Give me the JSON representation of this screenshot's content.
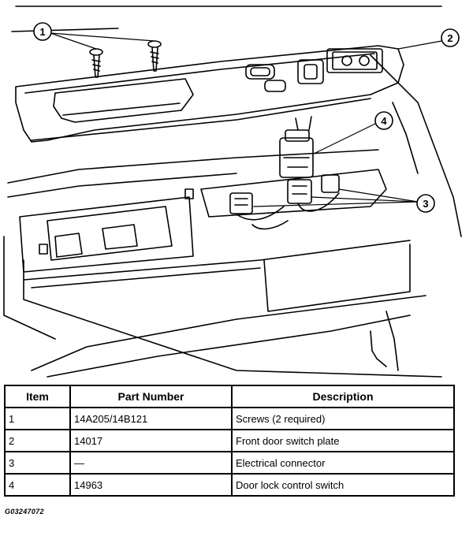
{
  "callouts": {
    "c1": "1",
    "c2": "2",
    "c3": "3",
    "c4": "4"
  },
  "table": {
    "headers": {
      "item": "Item",
      "part_number": "Part Number",
      "description": "Description"
    },
    "rows": [
      {
        "item": "1",
        "part_number": "14A205/14B121",
        "description": "Screws (2 required)"
      },
      {
        "item": "2",
        "part_number": "14017",
        "description": "Front door switch plate"
      },
      {
        "item": "3",
        "part_number": "—",
        "description": "Electrical connector"
      },
      {
        "item": "4",
        "part_number": "14963",
        "description": "Door lock control switch"
      }
    ]
  },
  "figure_code": "G03247072"
}
